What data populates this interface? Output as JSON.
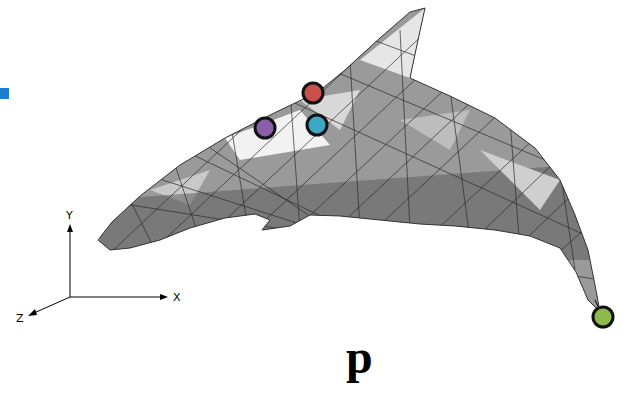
{
  "diagram": {
    "labels": [
      "Y",
      "X",
      "Z",
      "p"
    ]
  }
}
